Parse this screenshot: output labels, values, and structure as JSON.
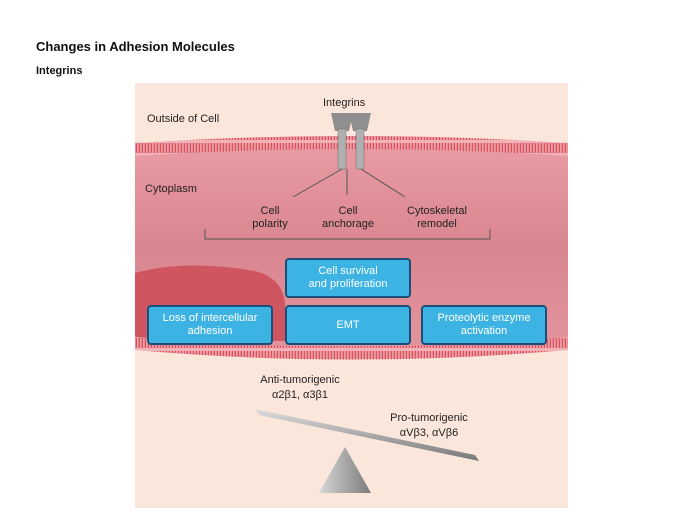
{
  "title": "Changes in Adhesion Molecules",
  "subtitle": "Integrins",
  "diagram": {
    "integrins_label": "Integrins",
    "outside_label": "Outside of Cell",
    "cytoplasm_label": "Cytoplasm",
    "functions": [
      {
        "line1": "Cell",
        "line2": "polarity"
      },
      {
        "line1": "Cell",
        "line2": "anchorage"
      },
      {
        "line1": "Cytoskeletal",
        "line2": "remodel"
      }
    ],
    "boxes": {
      "survival": {
        "line1": "Cell survival",
        "line2": "and proliferation"
      },
      "adhesion": {
        "line1": "Loss of intercellular",
        "line2": "adhesion"
      },
      "emt": "EMT",
      "proteolytic": {
        "line1": "Proteolytic enzyme",
        "line2": "activation"
      }
    },
    "anti": {
      "label": "Anti-tumorigenic",
      "examples": "α2β1, α3β1"
    },
    "pro": {
      "label": "Pro-tumorigenic",
      "examples": "αVβ3, αVβ6"
    }
  }
}
